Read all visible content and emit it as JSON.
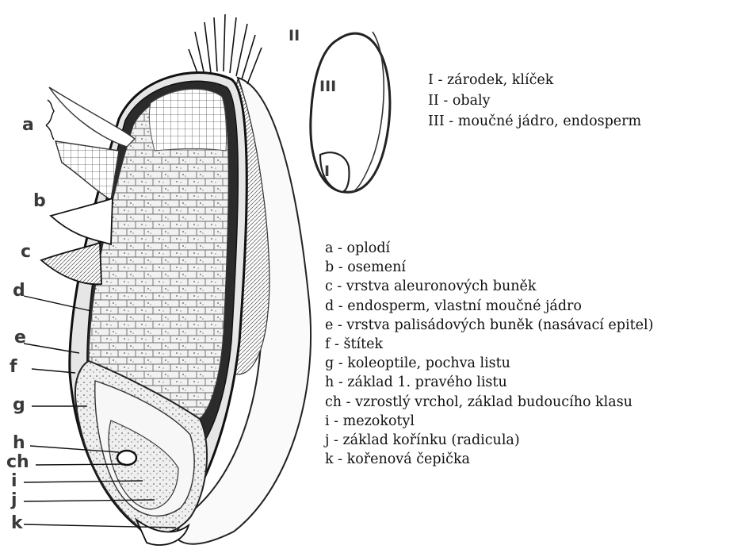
{
  "diagram": {
    "section_labels": [
      "a",
      "b",
      "c",
      "d",
      "e",
      "f",
      "g",
      "h",
      "ch",
      "i",
      "j",
      "k"
    ],
    "overview_labels": [
      "I",
      "II",
      "III"
    ],
    "legend_overview": [
      {
        "key": "I",
        "text": "I - zárodek, klíček"
      },
      {
        "key": "II",
        "text": "II - obaly"
      },
      {
        "key": "III",
        "text": "III - moučné jádro, endosperm"
      }
    ],
    "legend_parts": [
      {
        "key": "a",
        "text": "a - oplodí"
      },
      {
        "key": "b",
        "text": "b - osemení"
      },
      {
        "key": "c",
        "text": "c - vrstva aleuronových buněk"
      },
      {
        "key": "d",
        "text": "d - endosperm, vlastní moučné jádro"
      },
      {
        "key": "e",
        "text": "e - vrstva palisádových buněk (nasávací epitel)"
      },
      {
        "key": "f",
        "text": "f - štítek"
      },
      {
        "key": "g",
        "text": "g - koleoptile, pochva listu"
      },
      {
        "key": "h",
        "text": "h - základ 1. pravého listu"
      },
      {
        "key": "ch",
        "text": "ch - vzrostlý vrchol, základ budoucího klasu"
      },
      {
        "key": "i",
        "text": "i - mezokotyl"
      },
      {
        "key": "j",
        "text": "j - základ kořínku (radicula)"
      },
      {
        "key": "k",
        "text": "k - kořenová čepička"
      }
    ]
  }
}
